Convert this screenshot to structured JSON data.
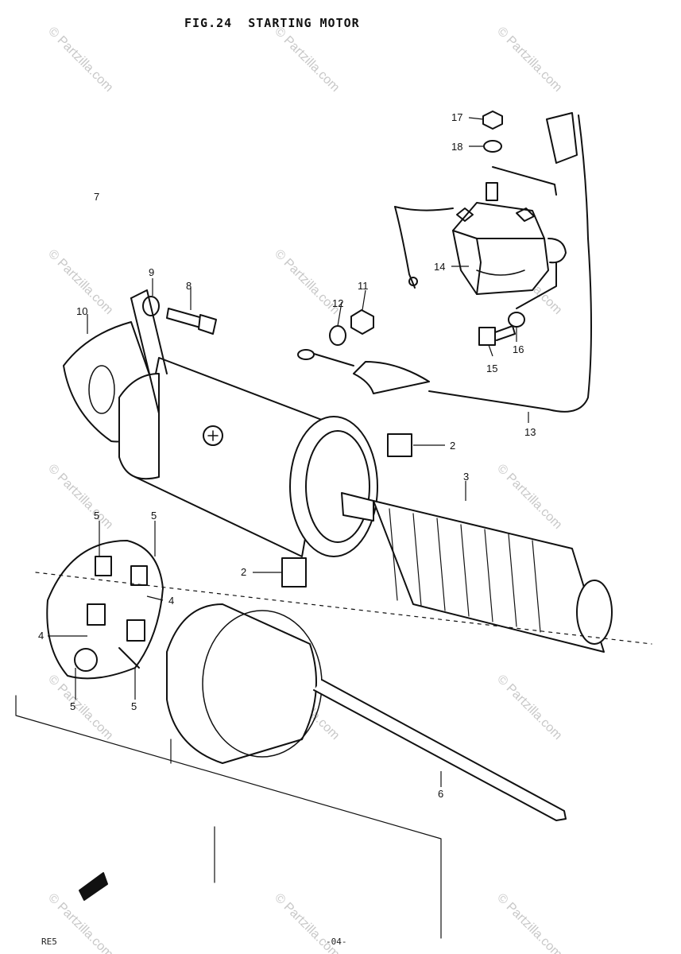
{
  "title": "FIG.24  STARTING MOTOR",
  "watermark": "© Partzilla.com",
  "footer": {
    "left": "RE5",
    "page": "-04-"
  },
  "callouts": [
    "2",
    "2",
    "3",
    "4",
    "4",
    "5",
    "5",
    "5",
    "5",
    "6",
    "7",
    "8",
    "9",
    "10",
    "11",
    "12",
    "13",
    "14",
    "15",
    "16",
    "17",
    "18"
  ],
  "colors": {
    "ink": "#111111",
    "watermark": "#c8c8c8",
    "background": "#ffffff"
  }
}
